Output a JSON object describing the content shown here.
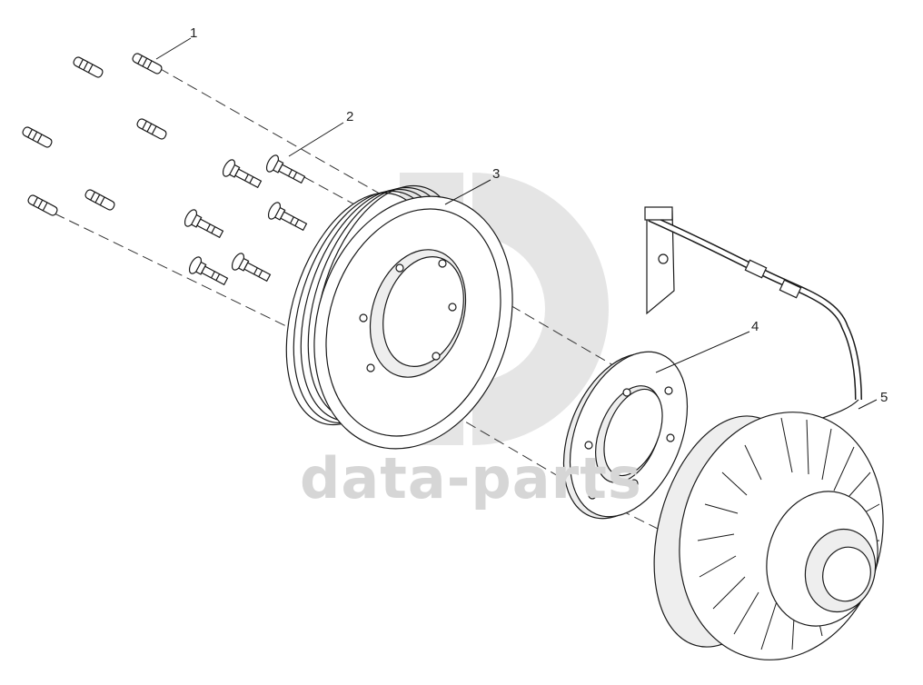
{
  "watermark": {
    "text": "data-parts",
    "color": "#d6d6d6"
  },
  "callouts": [
    {
      "label": "1"
    },
    {
      "label": "2"
    },
    {
      "label": "3"
    },
    {
      "label": "4"
    },
    {
      "label": "5"
    }
  ],
  "colors": {
    "line": "#1a1a1a",
    "shade": "#e6e6e6",
    "watermark_logo": "#dcdcdc"
  }
}
